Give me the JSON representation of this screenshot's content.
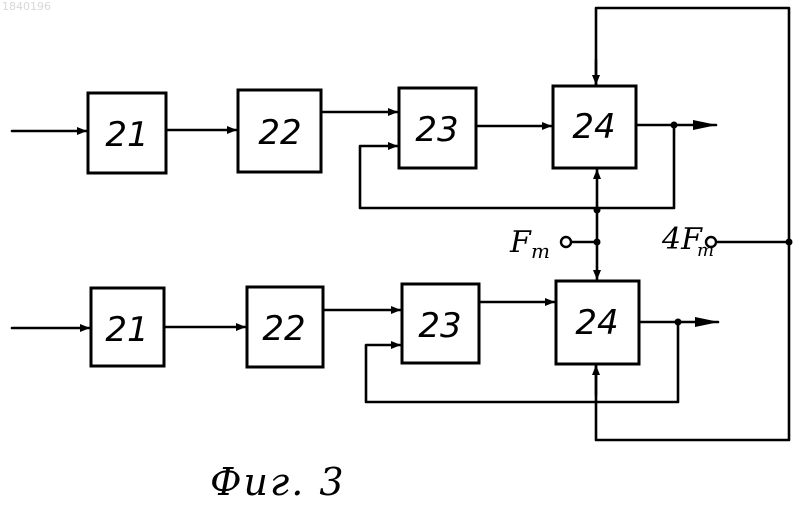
{
  "doc_number": "1840196",
  "rows": [
    {
      "blocks": [
        {
          "id": "b1-21",
          "label": "21"
        },
        {
          "id": "b1-22",
          "label": "22"
        },
        {
          "id": "b1-23",
          "label": "23"
        },
        {
          "id": "b1-24",
          "label": "24"
        }
      ]
    },
    {
      "blocks": [
        {
          "id": "b2-21",
          "label": "21"
        },
        {
          "id": "b2-22",
          "label": "22"
        },
        {
          "id": "b2-23",
          "label": "23"
        },
        {
          "id": "b2-24",
          "label": "24"
        }
      ]
    }
  ],
  "signals": {
    "ft": {
      "label": "F",
      "sub": "т"
    },
    "f4t": {
      "label": "4F",
      "sub": "т"
    }
  },
  "caption": "Фиг. 3"
}
